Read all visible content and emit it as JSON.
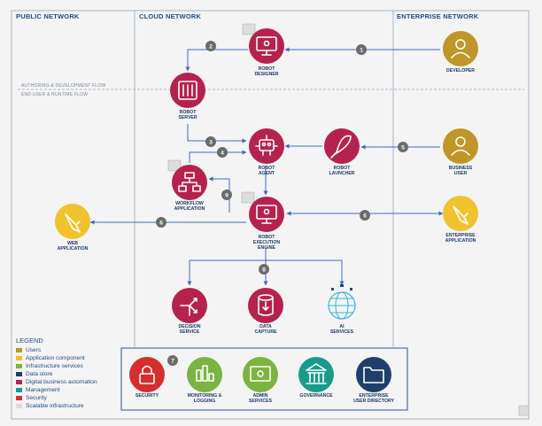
{
  "zones": {
    "public": "PUBLIC NETWORK",
    "cloud": "CLOUD NETWORK",
    "enterprise": "ENTERPRISE NETWORK"
  },
  "flows": {
    "authoring": "AUTHORING & DEVELOPMENT FLOW",
    "runtime": "END USER & RUNTIME FLOW"
  },
  "nodes": {
    "developer": [
      "DEVELOPER"
    ],
    "robot_designer": [
      "ROBOT",
      "DESIGNER"
    ],
    "robot_server": [
      "ROBOT",
      "SERVER"
    ],
    "robot_agent": [
      "ROBOT",
      "AGENT"
    ],
    "robot_launcher": [
      "ROBOT",
      "LAUNCHER"
    ],
    "business_user": [
      "BUSINESS",
      "USER"
    ],
    "workflow_application": [
      "WORKFLOW",
      "APPLICATION"
    ],
    "robot_execution_engine": [
      "ROBOT",
      "EXECUTION",
      "ENGINE"
    ],
    "web_application": [
      "WEB",
      "APPLICATION"
    ],
    "enterprise_application": [
      "ENTERPRISE",
      "APPLICATION"
    ],
    "decision_service": [
      "DECISION",
      "SERVICE"
    ],
    "data_capture": [
      "DATA",
      "CAPTURE"
    ],
    "ai_services": [
      "AI",
      "SERVICES"
    ],
    "security": [
      "SECURITY"
    ],
    "monitoring_logging": [
      "MONITORING &",
      "LOGGING"
    ],
    "admin_services": [
      "ADMIN",
      "SERVICES"
    ],
    "governance": [
      "GOVERNANCE"
    ],
    "enterprise_user_directory": [
      "ENTERPRISE",
      "USER DIRECTORY"
    ]
  },
  "steps": [
    "1",
    "2",
    "3",
    "4",
    "5",
    "6",
    "6",
    "7",
    "8",
    "9"
  ],
  "legend": {
    "title": "LEGEND",
    "items": [
      {
        "label": "Users",
        "color": "#c0962a"
      },
      {
        "label": "Application component",
        "color": "#f0c22e"
      },
      {
        "label": "Infrastructure services",
        "color": "#7cb342"
      },
      {
        "label": "Data store",
        "color": "#1f3f6b"
      },
      {
        "label": "Digital business automation",
        "color": "#b5224e"
      },
      {
        "label": "Management",
        "color": "#1a9a8a"
      },
      {
        "label": "Security",
        "color": "#d32f2f"
      },
      {
        "label": "Scalable infrastructure",
        "color": "#dddddd"
      }
    ]
  },
  "colors": {
    "automation": "#b5224e",
    "users": "#c0962a",
    "application": "#f0c22e",
    "infrastructure": "#7cb342",
    "management": "#1a9a8a",
    "data_store": "#1f3f6b",
    "security": "#d32f2f",
    "line": "#3b6bbf",
    "step": "#6b6b6b"
  }
}
